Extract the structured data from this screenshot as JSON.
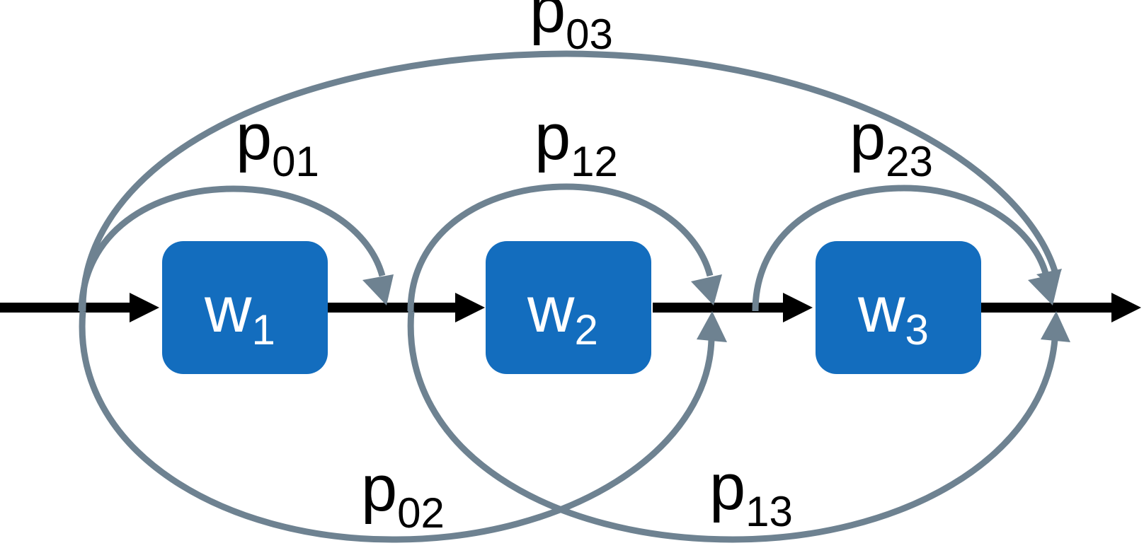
{
  "colors": {
    "node_fill": "#136dbe",
    "node_text": "#ffffff",
    "main_flow": "#000000",
    "bypass": "#6e8291",
    "label_text": "#000000"
  },
  "nodes": [
    {
      "id": "w1",
      "label_main": "w",
      "label_sub": "1"
    },
    {
      "id": "w2",
      "label_main": "w",
      "label_sub": "2"
    },
    {
      "id": "w3",
      "label_main": "w",
      "label_sub": "3"
    }
  ],
  "edges": [
    {
      "id": "p01",
      "label_main": "p",
      "label_sub": "01"
    },
    {
      "id": "p12",
      "label_main": "p",
      "label_sub": "12"
    },
    {
      "id": "p23",
      "label_main": "p",
      "label_sub": "23"
    },
    {
      "id": "p03",
      "label_main": "p",
      "label_sub": "03"
    },
    {
      "id": "p02",
      "label_main": "p",
      "label_sub": "02"
    },
    {
      "id": "p13",
      "label_main": "p",
      "label_sub": "13"
    }
  ]
}
